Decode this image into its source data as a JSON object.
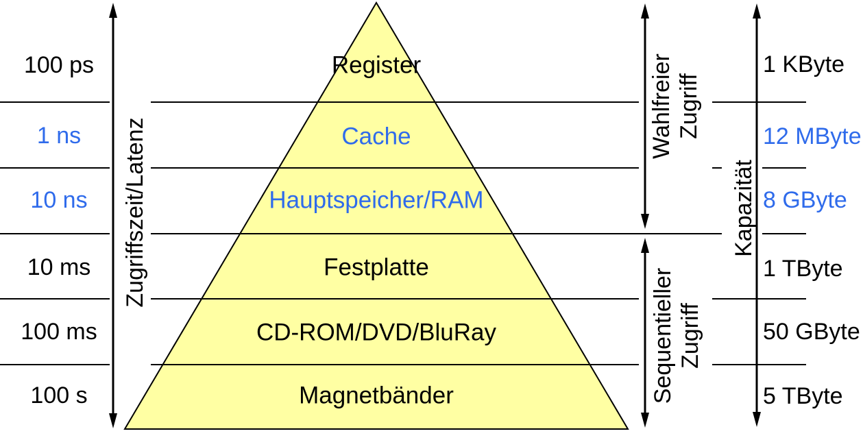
{
  "colors": {
    "accent_blue": "#2F6BEB",
    "text_black": "#000000",
    "pyramid_fill": "#FFFFA3",
    "line_color": "#000000"
  },
  "axes": {
    "latency": {
      "label": "Zugriffszeit/Latenz"
    },
    "random_access": {
      "line1": "Wahlfreier",
      "line2": "Zugriff"
    },
    "sequential_access": {
      "line1": "Sequentieller",
      "line2": "Zugriff"
    },
    "capacity": {
      "label": "Kapazität"
    }
  },
  "levels": [
    {
      "name": "Register",
      "latency": "100 ps",
      "capacity": "1 KByte",
      "color": "#000000"
    },
    {
      "name": "Cache",
      "latency": "1 ns",
      "capacity": "12 MByte",
      "color": "#2F6BEB"
    },
    {
      "name": "Hauptspeicher/RAM",
      "latency": "10 ns",
      "capacity": "8 GByte",
      "color": "#2F6BEB"
    },
    {
      "name": "Festplatte",
      "latency": "10 ms",
      "capacity": "1 TByte",
      "color": "#000000"
    },
    {
      "name": "CD-ROM/DVD/BluRay",
      "latency": "100 ms",
      "capacity": "50 GByte",
      "color": "#000000"
    },
    {
      "name": "Magnetbänder",
      "latency": "100 s",
      "capacity": "5 TByte",
      "color": "#000000"
    }
  ]
}
